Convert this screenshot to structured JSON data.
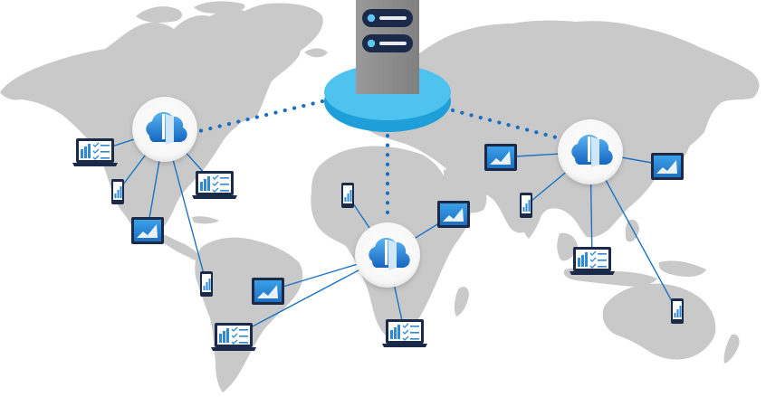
{
  "diagram": {
    "central_server": {
      "icon": "server-icon"
    },
    "cloud_nodes": [
      {
        "icon": "cloud-app-icon",
        "region": "north-america"
      },
      {
        "icon": "cloud-app-icon",
        "region": "asia"
      },
      {
        "icon": "cloud-app-icon",
        "region": "africa"
      }
    ],
    "devices": [
      {
        "icon": "laptop-dashboard-icon"
      },
      {
        "icon": "laptop-dashboard-icon"
      },
      {
        "icon": "phone-icon"
      },
      {
        "icon": "tablet-chart-icon"
      },
      {
        "icon": "phone-icon"
      },
      {
        "icon": "tablet-chart-icon"
      },
      {
        "icon": "laptop-dashboard-icon"
      },
      {
        "icon": "phone-icon"
      },
      {
        "icon": "tablet-chart-icon"
      },
      {
        "icon": "laptop-dashboard-icon"
      },
      {
        "icon": "tablet-chart-icon"
      },
      {
        "icon": "phone-icon"
      },
      {
        "icon": "tablet-chart-icon"
      },
      {
        "icon": "laptop-dashboard-icon"
      },
      {
        "icon": "tablet-chart-icon"
      },
      {
        "icon": "phone-icon"
      }
    ],
    "colors": {
      "land": "#c9c9c9",
      "link": "#1b73c4",
      "platform_top": "#4fc3ef",
      "platform_side": "#1e9fd9",
      "server_body": "#8d8d8d",
      "node_bg": "#ffffff",
      "device_frame": "#1b2a48",
      "device_screen": "#2f89d6"
    }
  }
}
